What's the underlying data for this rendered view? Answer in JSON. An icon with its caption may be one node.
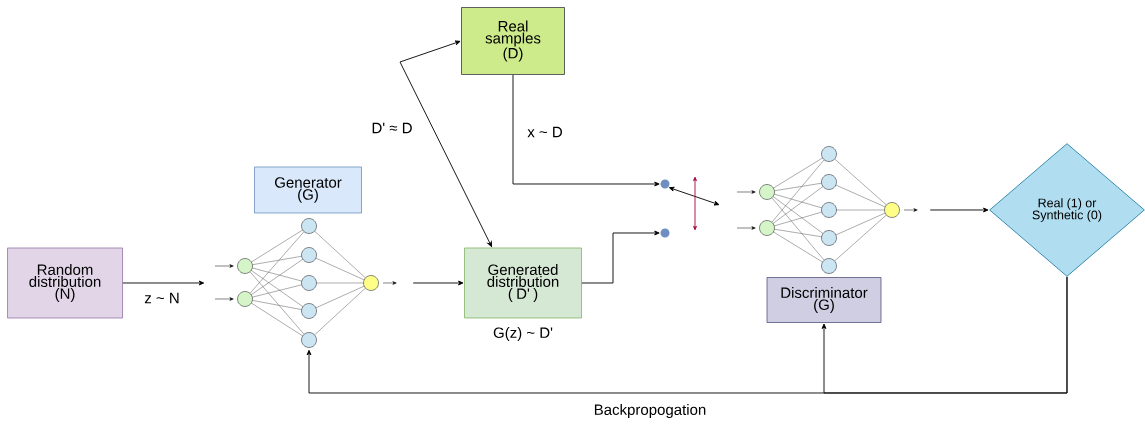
{
  "diagram": {
    "nodes": [
      {
        "text": [
          "Random distribution (N)"
        ]
      },
      {
        "text": [
          "Generator (G)"
        ]
      },
      {
        "text": [],
        "shape": "picture"
      },
      {
        "text": [
          "Real samples (D)"
        ]
      },
      {
        "text": [
          "Generated distribution ( D' )"
        ],
        "beside": [
          "G(z) ~ D'"
        ]
      },
      {
        "text": [],
        "shape": "circle"
      },
      {
        "text": [],
        "shape": "circle"
      },
      {
        "text": [],
        "shape": "picture"
      },
      {
        "text": [
          "Discriminator (G)"
        ]
      },
      {
        "text": [
          "Real (1) or Synthetic (0)"
        ]
      }
    ],
    "edges": [
      {
        "from": 0,
        "to": 2,
        "arrow": "to",
        "label": "z ~ N"
      },
      {
        "from": 2,
        "to": 4,
        "arrow": "to"
      },
      {
        "from": 3,
        "to": 4,
        "arrow": "both",
        "label": "D' ≈ D"
      },
      {
        "from": 3,
        "to": 5,
        "arrow": "to",
        "label": "x ~ D"
      },
      {
        "from": 4,
        "to": 6,
        "arrow": "to"
      },
      {
        "from": 5,
        "to": null,
        "arrow": "both"
      },
      {
        "from": 7,
        "to": 9,
        "arrow": "to"
      },
      {
        "from": 9,
        "to": 8,
        "arrow": "to"
      },
      {
        "from": 9,
        "to": 2,
        "arrow": "to",
        "label": "Backpropogation"
      }
    ]
  }
}
